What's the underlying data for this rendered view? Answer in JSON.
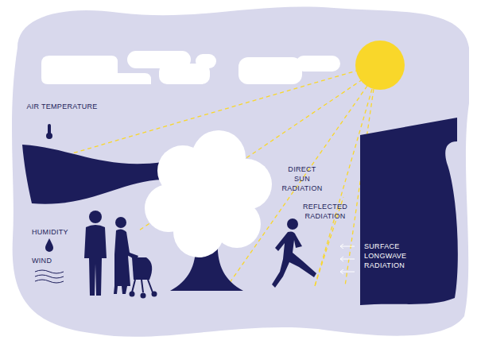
{
  "diagram": {
    "labels": [
      "AIR TEMPERATURE",
      "HUMIDITY",
      "WIND",
      "DIRECT SUN RADIATION",
      "REFLECTED RADIATION",
      "SURFACE LONGWAVE RADIATION"
    ]
  }
}
